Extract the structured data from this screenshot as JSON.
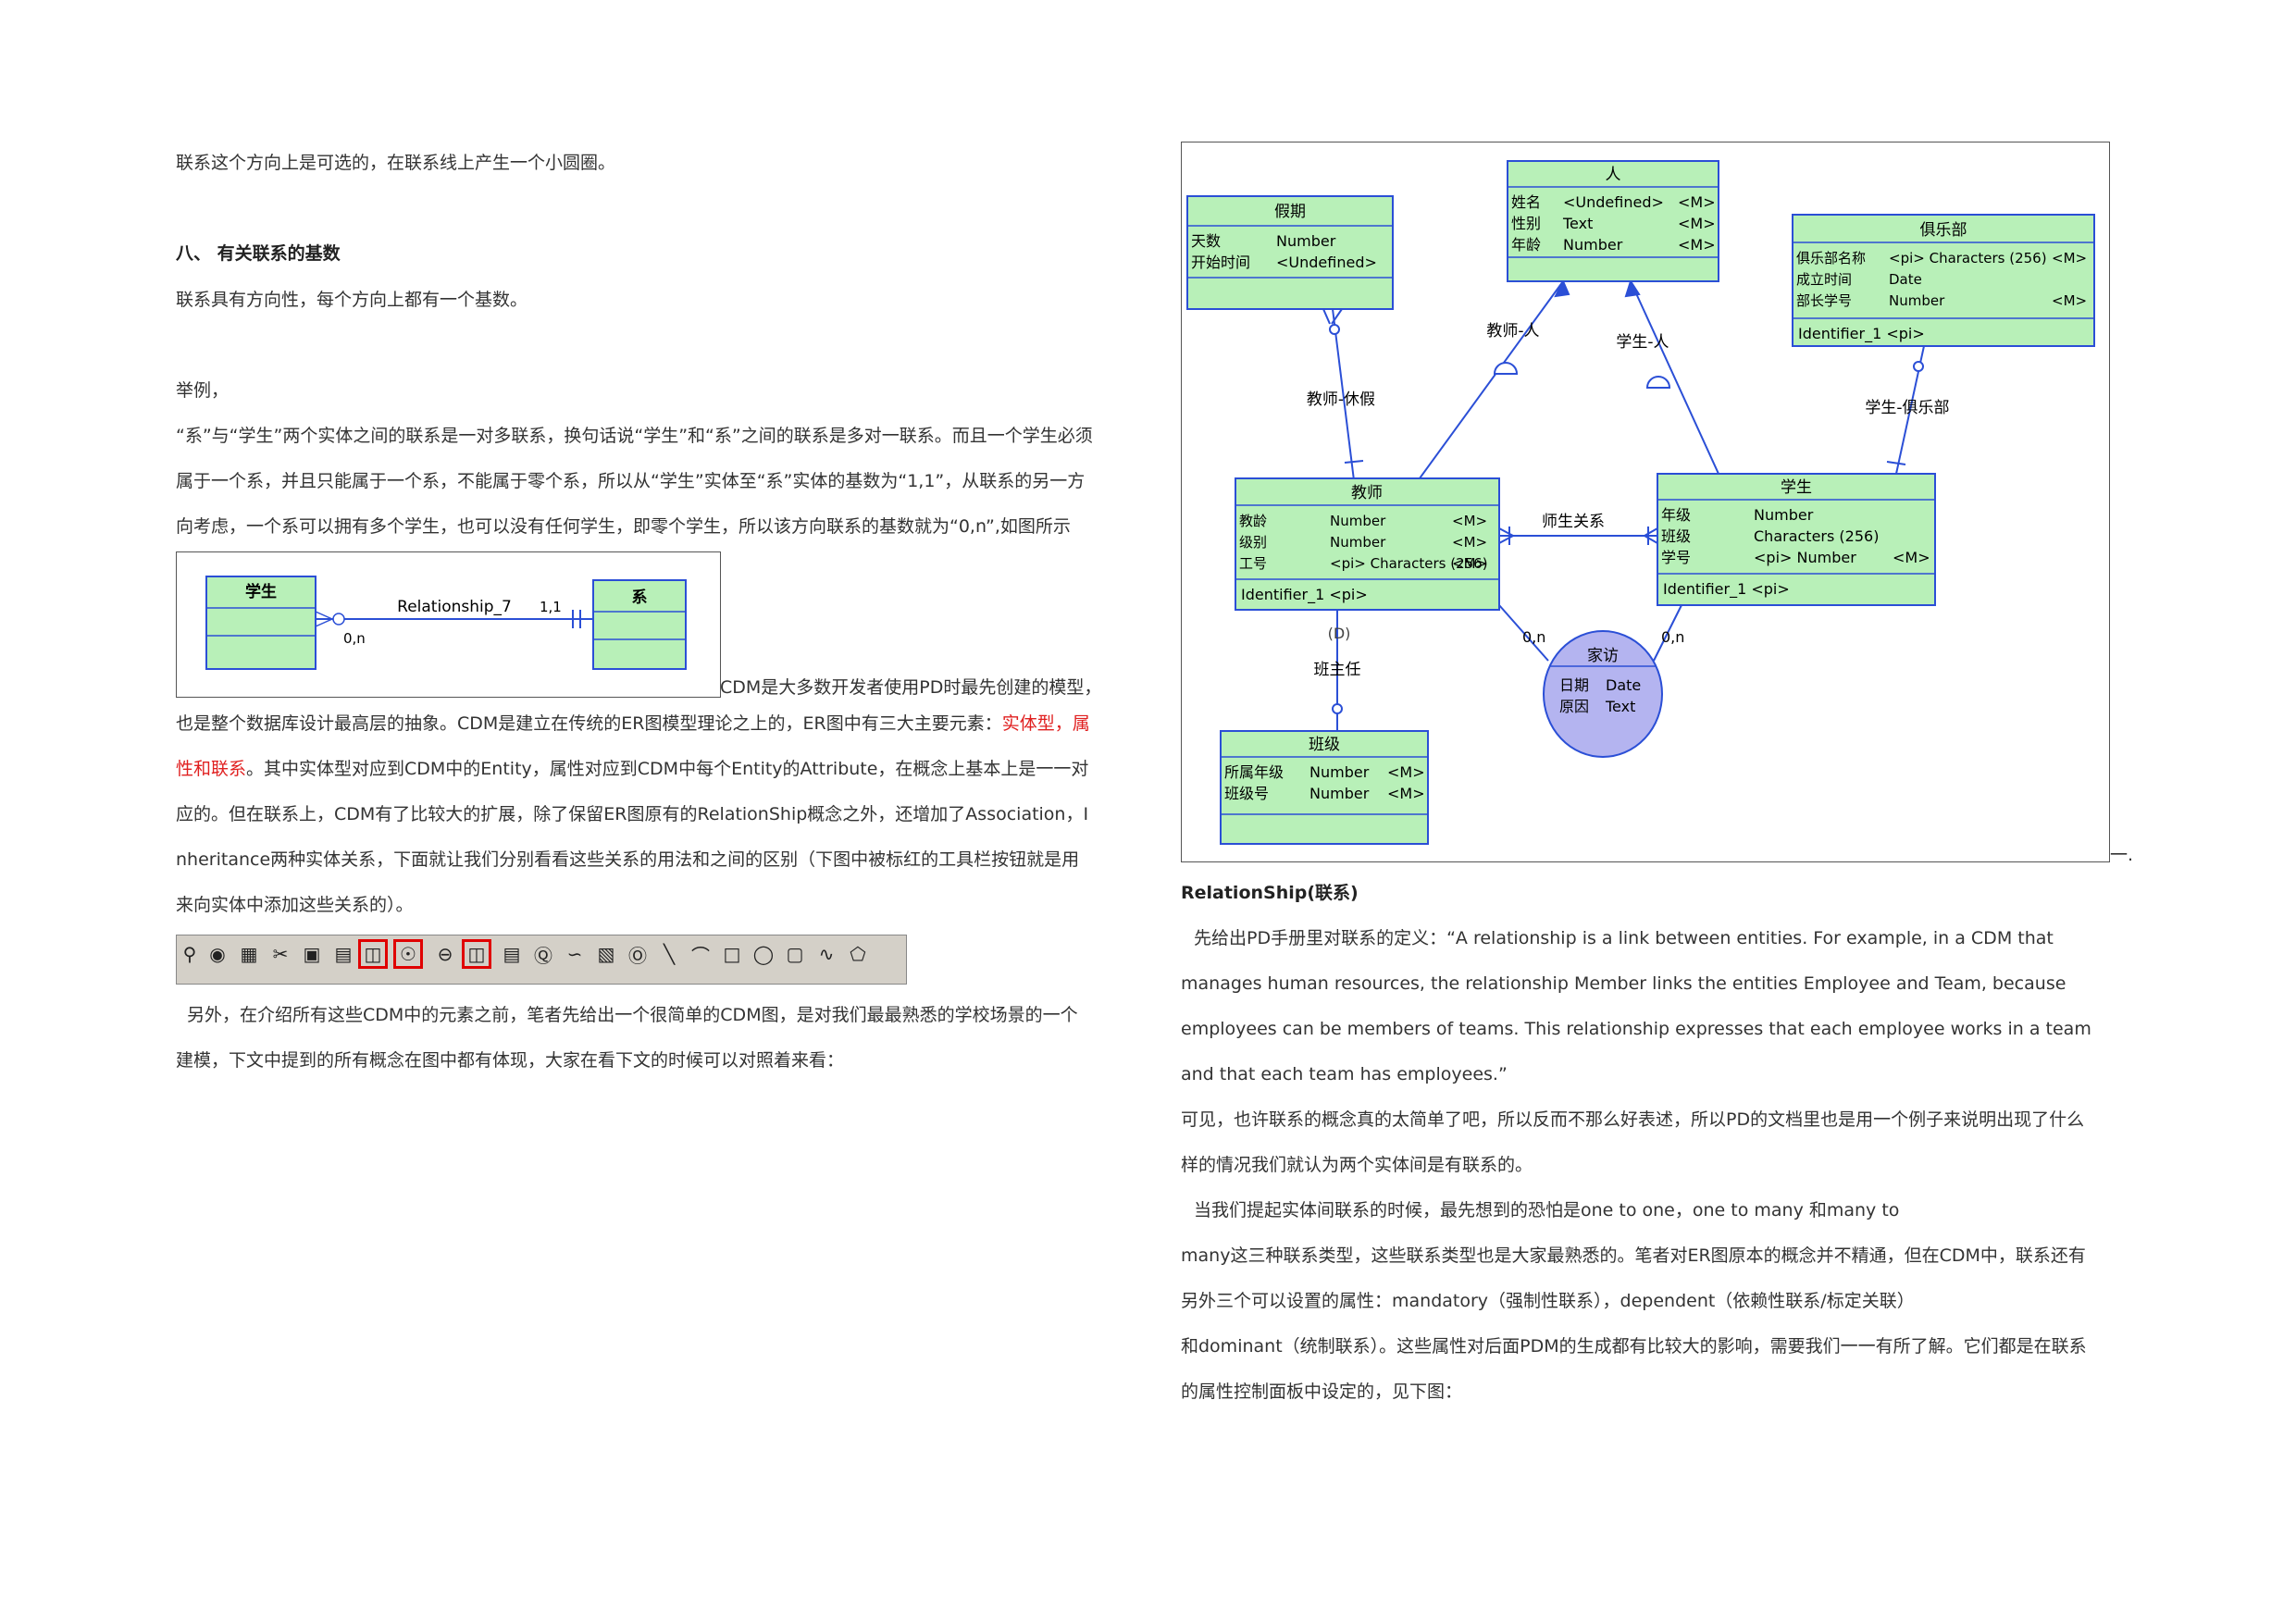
{
  "left": {
    "p1": "联系这个方向上是可选的，在联系线上产生一个小圆圈。",
    "heading8": "八、 有关联系的基数",
    "p2": "联系具有方向性，每个方向上都有一个基数。",
    "example": "举例，",
    "p3a": "“系”与“学生”两个实体之间的联系是一对多联系，换句话说“学生”和“系”之间的联系是多对一联系。而且一个学生必须",
    "p3b": "属于一个系，并且只能属于一个系，不能属于零个系，所以从“学生”实体至“系”实体的基数为“1,1”，从联系的另一方",
    "p3c": "向考虑，一个系可以拥有多个学生，也可以没有任何学生，即零个学生，所以该方向联系的基数就为“0,n”,如图所示",
    "p4a": "CDM是大多数开发者使用PD时最先创建的模型，",
    "p4b": "也是整个数据库设计最高层的抽象。CDM是建立在传统的ER图模型理论之上的，ER图中有三大主要元素：",
    "p4b_red": "实体型，属",
    "p4c_red": "性和联系",
    "p4c": "。其中实体型对应到CDM中的Entity，属性对应到CDM中每个Entity的Attribute，在概念上基本上是一一对",
    "p4d": "应的。但在联系上，CDM有了比较大的扩展，除了保留ER图原有的RelationShip概念之外，还增加了Association，I",
    "p4e": "nheritance两种实体关系，下面就让我们分别看看这些关系的用法和之间的区别（下图中被标红的工具栏按钮就是用",
    "p4f": "来向实体中添加这些关系的）。",
    "p5a": "另外，在介绍所有这些CDM中的元素之前，笔者先给出一个很简单的CDM图，是对我们最最熟悉的学校场景的一个",
    "p5b": "建模，下文中提到的所有概念在图中都有体现，大家在看下文的时候可以对照着来看："
  },
  "small_diagram": {
    "entity_a": "学生",
    "entity_b": "系",
    "relation": "Relationship_7",
    "card_a": "0,n",
    "card_b": "1,1"
  },
  "toolbar": {
    "icons": [
      "magnify-icon",
      "pointer-icon",
      "package-icon",
      "scissors-icon",
      "grabber-icon",
      "entity-icon",
      "relationship-icon",
      "inheritance-icon",
      "association-icon",
      "association-link-icon",
      "file-icon",
      "text-icon",
      "link-icon",
      "table-icon",
      "title-icon",
      "line-icon",
      "arc-icon",
      "rectangle-icon",
      "ellipse-icon",
      "rounded-rect-icon",
      "polyline-icon",
      "polygon-icon"
    ]
  },
  "cdm": {
    "person": {
      "title": "人",
      "rows": [
        [
          "姓名",
          "<Undefined>",
          "<M>"
        ],
        [
          "性别",
          "Text",
          "<M>"
        ],
        [
          "年龄",
          "Number",
          "<M>"
        ]
      ]
    },
    "holiday": {
      "title": "假期",
      "rows": [
        [
          "天数",
          "Number",
          ""
        ],
        [
          "开始时间",
          "<Undefined>",
          ""
        ]
      ]
    },
    "club": {
      "title": "俱乐部",
      "rows": [
        [
          "俱乐部名称",
          "<pi>  Characters (256)",
          "<M>"
        ],
        [
          "成立时间",
          "Date",
          ""
        ],
        [
          "部长学号",
          "Number",
          "<M>"
        ]
      ],
      "id": "Identifier_1  <pi>"
    },
    "teacher": {
      "title": "教师",
      "rows": [
        [
          "教龄",
          "Number",
          "<M>"
        ],
        [
          "级别",
          "Number",
          "<M>"
        ],
        [
          "工号",
          "<pi>  Characters (256)",
          "<M>"
        ]
      ],
      "id": "Identifier_1  <pi>"
    },
    "student": {
      "title": "学生",
      "rows": [
        [
          "年级",
          "Number",
          ""
        ],
        [
          "班级",
          "Characters (256)",
          ""
        ],
        [
          "学号",
          "<pi>  Number",
          "<M>"
        ]
      ],
      "id": "Identifier_1  <pi>"
    },
    "klass": {
      "title": "班级",
      "rows": [
        [
          "所属年级",
          "Number",
          "<M>"
        ],
        [
          "班级号",
          "Number",
          "<M>"
        ]
      ]
    },
    "visit": {
      "title": "家访",
      "rows": [
        [
          "日期",
          "Date"
        ],
        [
          "原因",
          "Text"
        ]
      ]
    },
    "labels": {
      "teacher_person": "教师-人",
      "student_person": "学生-人",
      "teacher_holiday": "教师-休假",
      "student_club": "学生-俱乐部",
      "teacher_student": "师生关系",
      "head_teacher": "班主任",
      "dependent": "(D)",
      "card1": "0,n",
      "card2": "0,n"
    }
  },
  "right": {
    "trailing": "一.",
    "heading": "RelationShip(联系)",
    "q1": "先给出PD手册里对联系的定义：“A relationship is a link between entities. For example, in a CDM that",
    "q2": "manages human resources, the relationship Member links the entities Employee and Team, because",
    "q3": "employees can be members of teams. This relationship expresses that each employee works in a team",
    "q4": "and that each team has employees.”",
    "r1": "可见，也许联系的概念真的太简单了吧，所以反而不那么好表述，所以PD的文档里也是用一个例子来说明出现了什么",
    "r2": "样的情况我们就认为两个实体间是有联系的。",
    "r3": "当我们提起实体间联系的时候，最先想到的恐怕是one to one，one to many 和many to",
    "r4": "many这三种联系类型，这些联系类型也是大家最熟悉的。笔者对ER图原本的概念并不精通，但在CDM中，联系还有",
    "r5": "另外三个可以设置的属性：mandatory（强制性联系），dependent（依赖性联系/标定关联）",
    "r6": "和dominant（统制联系）。这些属性对后面PDM的生成都有比较大的影响，需要我们一一有所了解。它们都是在联系",
    "r7": "的属性控制面板中设定的，见下图："
  }
}
